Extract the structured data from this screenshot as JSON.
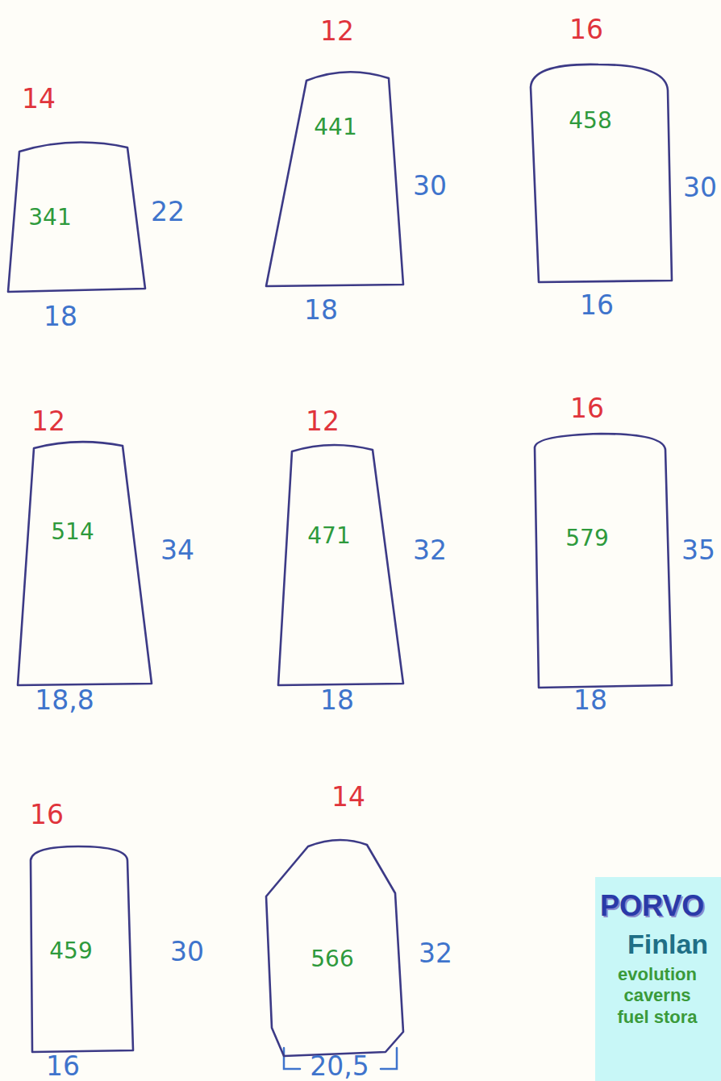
{
  "diagram": {
    "nodes": [
      {
        "text": [
          "341"
        ]
      },
      {
        "text": [
          "441"
        ]
      },
      {
        "text": [
          "458"
        ]
      },
      {
        "text": [
          "514"
        ]
      },
      {
        "text": [
          "471"
        ]
      },
      {
        "text": [
          "579"
        ]
      },
      {
        "text": [
          "459"
        ]
      },
      {
        "text": [
          "566"
        ]
      },
      {
        "text": [
          "PORVO",
          "Finlan",
          "evolution caverns fuel stora"
        ]
      }
    ],
    "labels": [
      "14",
      "22",
      "18",
      "12",
      "30",
      "18",
      "16",
      "30",
      "16",
      "12",
      "34",
      "18,8",
      "12",
      "32",
      "18",
      "16",
      "35",
      "18",
      "16",
      "30",
      "16",
      "14",
      "32",
      "20,5"
    ]
  }
}
